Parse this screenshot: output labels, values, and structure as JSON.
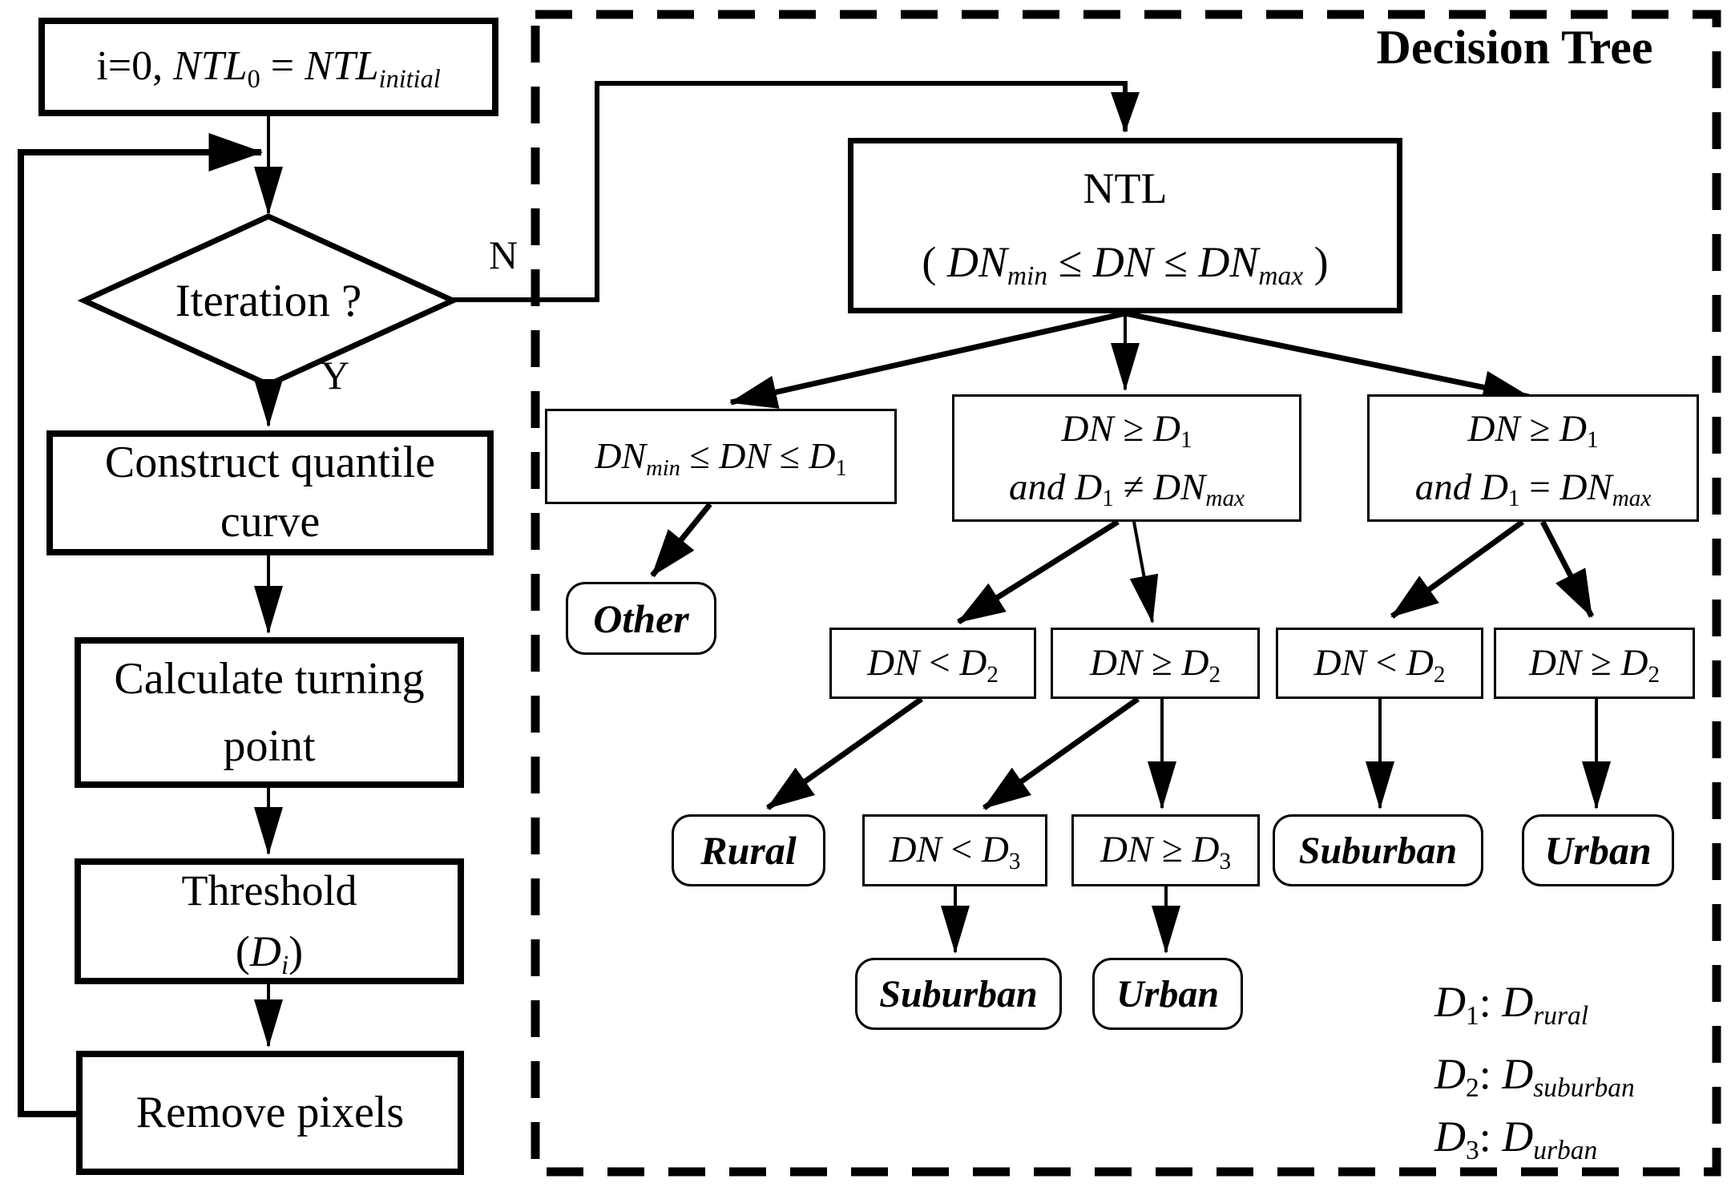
{
  "flowchart": {
    "init": [
      [
        [
          "i=0, ",
          ""
        ],
        [
          "NTL",
          "i"
        ],
        [
          "0",
          "s"
        ],
        [
          " = ",
          ""
        ],
        [
          "NTL",
          "i"
        ],
        [
          "initial",
          "is"
        ]
      ]
    ],
    "iteration_label": "Iteration ?",
    "label_no": "N",
    "label_yes": "Y",
    "construct": "Construct quantile curve",
    "calculate": "Calculate turning point",
    "threshold": [
      [
        [
          "Threshold",
          ""
        ]
      ],
      [
        [
          "(",
          ""
        ],
        [
          "D",
          "i"
        ],
        [
          "i",
          "is"
        ],
        [
          ")",
          ""
        ]
      ]
    ],
    "remove": "Remove pixels"
  },
  "tree": {
    "title": "Decision Tree",
    "root": [
      [
        [
          "NTL",
          ""
        ]
      ],
      [
        [
          "( ",
          ""
        ],
        [
          "DN",
          "i"
        ],
        [
          "min",
          "is"
        ],
        [
          " ≤ ",
          ""
        ],
        [
          "DN",
          "i"
        ],
        [
          " ≤ ",
          ""
        ],
        [
          "DN",
          "i"
        ],
        [
          "max",
          "is"
        ],
        [
          " )",
          ""
        ]
      ]
    ],
    "range_rural": [
      [
        [
          "DN",
          "i"
        ],
        [
          "min",
          "is"
        ],
        [
          " ≤ ",
          ""
        ],
        [
          "DN",
          "i"
        ],
        [
          " ≤ ",
          ""
        ],
        [
          "D",
          "i"
        ],
        [
          "1",
          "s"
        ]
      ]
    ],
    "ge_d1_ne": [
      [
        [
          "DN",
          "i"
        ],
        [
          " ≥ ",
          ""
        ],
        [
          "D",
          "i"
        ],
        [
          "1",
          "s"
        ]
      ],
      [
        [
          "and ",
          "i"
        ],
        [
          "D",
          "i"
        ],
        [
          "1",
          "s"
        ],
        [
          " ≠ ",
          ""
        ],
        [
          "DN",
          "i"
        ],
        [
          "max",
          "is"
        ]
      ]
    ],
    "ge_d1_eq": [
      [
        [
          "DN",
          "i"
        ],
        [
          " ≥ ",
          ""
        ],
        [
          "D",
          "i"
        ],
        [
          "1",
          "s"
        ]
      ],
      [
        [
          "and ",
          "i"
        ],
        [
          "D",
          "i"
        ],
        [
          "1",
          "s"
        ],
        [
          " = ",
          ""
        ],
        [
          "DN",
          "i"
        ],
        [
          "max",
          "is"
        ]
      ]
    ],
    "lt_d2": [
      [
        [
          "DN",
          "i"
        ],
        [
          " < ",
          ""
        ],
        [
          "D",
          "i"
        ],
        [
          "2",
          "s"
        ]
      ]
    ],
    "ge_d2": [
      [
        [
          "DN",
          "i"
        ],
        [
          " ≥ ",
          ""
        ],
        [
          "D",
          "i"
        ],
        [
          "2",
          "s"
        ]
      ]
    ],
    "lt_d3": [
      [
        [
          "DN",
          "i"
        ],
        [
          " < ",
          ""
        ],
        [
          "D",
          "i"
        ],
        [
          "3",
          "s"
        ]
      ]
    ],
    "ge_d3": [
      [
        [
          "DN",
          "i"
        ],
        [
          " ≥ ",
          ""
        ],
        [
          "D",
          "i"
        ],
        [
          "3",
          "s"
        ]
      ]
    ],
    "leaf_other": "Other",
    "leaf_rural": "Rural",
    "leaf_suburban": "Suburban",
    "leaf_urban": "Urban",
    "legend": [
      [
        [
          [
            "D",
            "i"
          ],
          [
            "1",
            "s"
          ],
          [
            ": ",
            ""
          ],
          [
            "D",
            "i"
          ],
          [
            "rural",
            "is"
          ]
        ]
      ],
      [
        [
          [
            "D",
            "i"
          ],
          [
            "2",
            "s"
          ],
          [
            ": ",
            ""
          ],
          [
            "D",
            "i"
          ],
          [
            "suburban",
            "is"
          ]
        ]
      ],
      [
        [
          [
            "D",
            "i"
          ],
          [
            "3",
            "s"
          ],
          [
            ": ",
            ""
          ],
          [
            "D",
            "i"
          ],
          [
            "urban",
            "is"
          ]
        ]
      ]
    ]
  },
  "colors": {
    "ink": "#000000",
    "paper": "#ffffff"
  }
}
